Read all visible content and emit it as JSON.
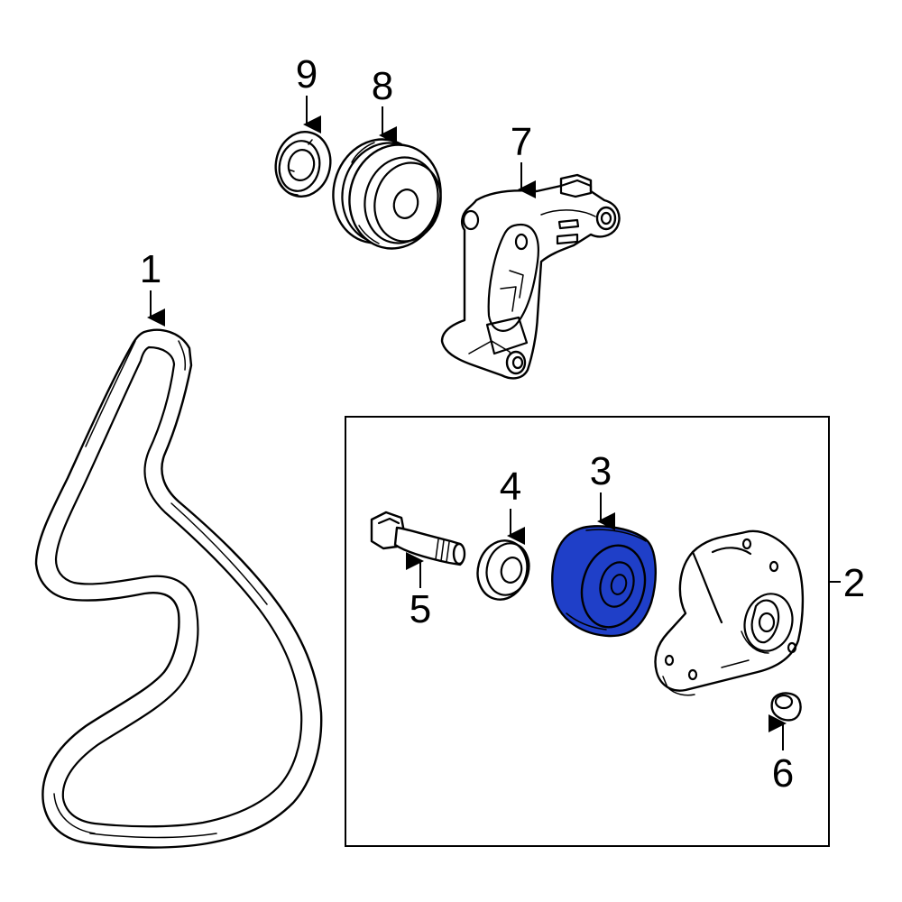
{
  "colors": {
    "line": "#000000",
    "background": "#ffffff",
    "highlight": "#1f3fc8"
  },
  "callouts": {
    "c1": "1",
    "c2": "2",
    "c3": "3",
    "c4": "4",
    "c5": "5",
    "c6": "6",
    "c7": "7",
    "c8": "8",
    "c9": "9"
  },
  "parts": [
    {
      "ref": "1",
      "name": "serpentine-belt",
      "highlighted": false
    },
    {
      "ref": "2",
      "name": "tensioner-assembly",
      "highlighted": false
    },
    {
      "ref": "3",
      "name": "tensioner-pulley",
      "highlighted": true
    },
    {
      "ref": "4",
      "name": "dust-cover",
      "highlighted": false
    },
    {
      "ref": "5",
      "name": "bolt",
      "highlighted": false
    },
    {
      "ref": "6",
      "name": "cap",
      "highlighted": false
    },
    {
      "ref": "7",
      "name": "bracket",
      "highlighted": false
    },
    {
      "ref": "8",
      "name": "idler-pulley",
      "highlighted": false
    },
    {
      "ref": "9",
      "name": "idler-cover",
      "highlighted": false
    }
  ]
}
